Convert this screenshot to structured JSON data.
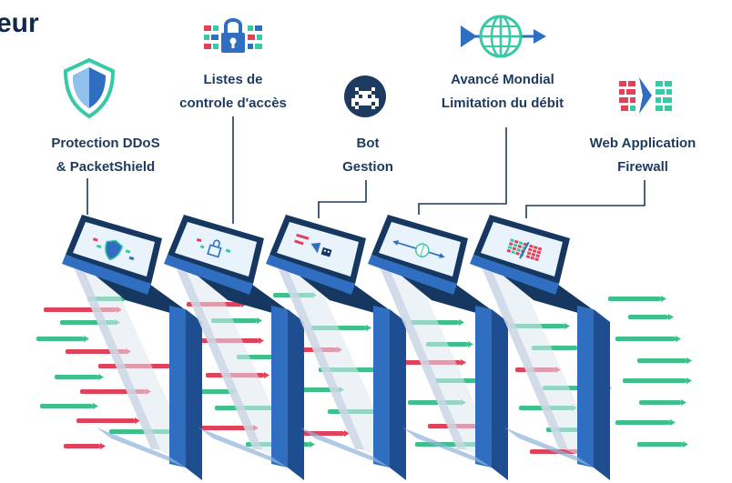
{
  "title": "eur",
  "labels": {
    "ddos": [
      "Protection DDoS",
      "& PacketShield"
    ],
    "acl": [
      "Listes de",
      "controle d'accès"
    ],
    "bot": [
      "Bot",
      "Gestion"
    ],
    "rate": [
      "Avancé Mondial",
      "Limitation du débit"
    ],
    "waf": [
      "Web Application",
      "Firewall"
    ]
  },
  "icons": {
    "ddos": "shield-icon",
    "acl": "padlock-icon",
    "bot": "space-invader-icon",
    "rate": "globe-arrow-icon",
    "waf": "firewall-grid-icon"
  },
  "colors": {
    "frame_front": "#2f6ec0",
    "frame_side": "#1e4e8f",
    "frame_top": "#16375f",
    "screen": "#e9f3fb",
    "text_dark": "#1d3a5f",
    "accent_teal": "#38c9a6",
    "packet_green": "#3fbf8a",
    "packet_red": "#e0425a",
    "connector": "#1d3a5f"
  }
}
